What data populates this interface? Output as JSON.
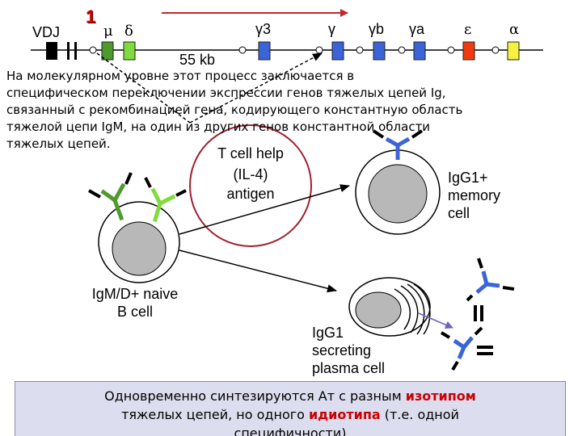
{
  "step_number": "1",
  "gene_labels": {
    "vdj": "VDJ",
    "mu": "μ",
    "delta": "δ",
    "gamma3": "γ3",
    "gamma1": "γ",
    "gamma2b": "γb",
    "gamma2a": "γa",
    "epsilon": "ε",
    "alpha": "α"
  },
  "distance_label": "55 kb",
  "description": "      На молекулярном уровне этот процесс заключается в\nспецифическом переключении экспрессии генов тяжелых цепей Ig,\nсвязанный с рекомбинацией гена, кодирующего константную область\nтяжелой цепи IgM, на один из других генов константной области\nтяжелых цепей.",
  "help_circle": {
    "line1": "T cell help",
    "line2": "(IL-4)",
    "line3": "antigen"
  },
  "naive_cell": {
    "line1": "IgM/D+ naive",
    "line2": "B cell"
  },
  "memory_cell": {
    "line1": "IgG1+",
    "line2": "memory",
    "line3": "cell"
  },
  "plasma_cell": {
    "line1": "IgG1",
    "line2": "secreting",
    "line3": "plasma cell"
  },
  "bottom_note": {
    "part1": "Одновременно синтезируются Ат с разным ",
    "isotype": "изотипом",
    "part2": " тяжелых цепей, но одного ",
    "idiotype": "идиотипа",
    "part3": " (т.е. одной",
    "part4": "специфичности)"
  },
  "colors": {
    "red_arrow": "#c0282c",
    "mu_segment": "#4f9a2e",
    "delta_segment": "#7fdc3c",
    "gamma_segment": "#3a64d8",
    "epsilon_segment": "#f03a10",
    "alpha_segment": "#f6f040",
    "circle_outline": "#a02030",
    "note_background": "#ddddf0",
    "highlight": "#cc0000"
  }
}
